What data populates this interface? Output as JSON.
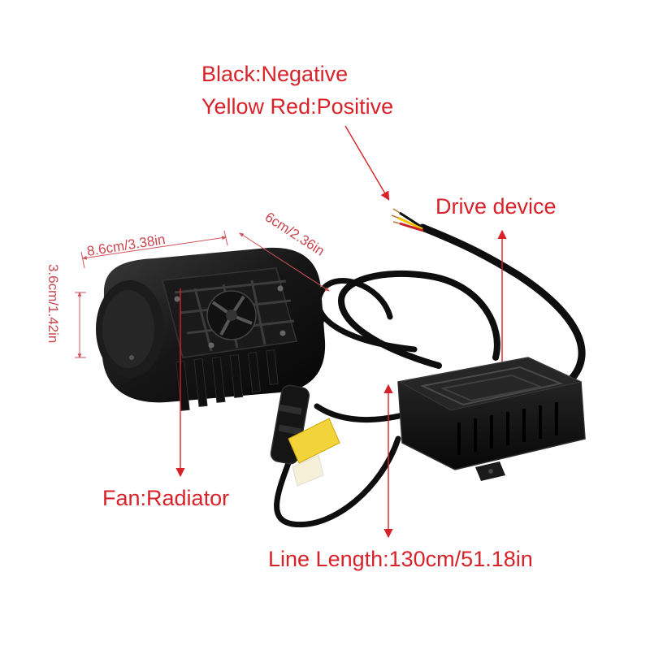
{
  "labels": {
    "wire_negative": "Black:Negative",
    "wire_positive": "Yellow Red:Positive",
    "drive_device": "Drive device",
    "fan_radiator": "Fan:Radiator",
    "line_length": "Line Length:130cm/51.18in"
  },
  "dimensions": {
    "length": "8.6cm/3.38in",
    "width": "6cm/2.36in",
    "height": "3.6cm/1.42in"
  },
  "colors": {
    "label_red": "#d8222a",
    "dimension_red": "#c8474e",
    "product_black": "#141414",
    "wire_yellow": "#f2c200",
    "wire_red": "#c8202a"
  }
}
